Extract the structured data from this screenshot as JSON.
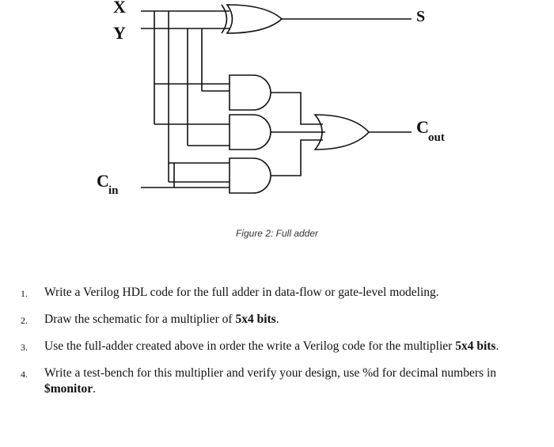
{
  "diagram": {
    "inputs": {
      "x": "X",
      "y": "Y",
      "cin": "C",
      "cin_sub": "in"
    },
    "outputs": {
      "sum": "S",
      "cout": "C",
      "cout_sub": "out"
    }
  },
  "caption": "Figure 2: Full adder",
  "tasks": [
    {
      "num": "1.",
      "parts": [
        {
          "t": "Write a Verilog HDL code for the full adder in data-flow or gate-level modeling.",
          "b": false
        }
      ]
    },
    {
      "num": "2.",
      "parts": [
        {
          "t": "Draw the schematic for a multiplier of ",
          "b": false
        },
        {
          "t": "5x4 bits",
          "b": true
        },
        {
          "t": ".",
          "b": false
        }
      ]
    },
    {
      "num": "3.",
      "parts": [
        {
          "t": "Use the full-adder created above in order the write a Verilog code for the multiplier ",
          "b": false
        },
        {
          "t": "5x4 bits",
          "b": true
        },
        {
          "t": ".",
          "b": false
        }
      ]
    },
    {
      "num": "4.",
      "parts": [
        {
          "t": "Write a test-bench for this multiplier and verify your design, use %d for decimal numbers in ",
          "b": false
        },
        {
          "t": "$monitor",
          "b": true
        },
        {
          "t": ".",
          "b": false
        }
      ]
    }
  ]
}
